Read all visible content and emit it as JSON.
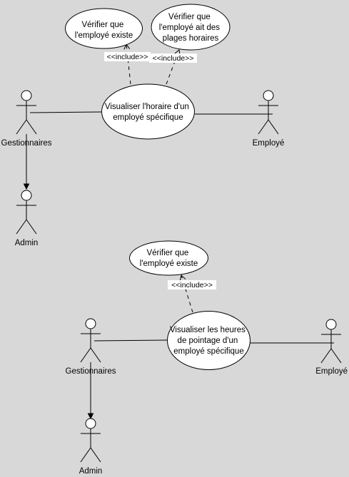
{
  "colors": {
    "background": "#d8d8d8",
    "stroke": "#000000",
    "fill": "#ffffff"
  },
  "diagram1": {
    "usecase_main": [
      "Visualiser l'horaire d'un",
      "employé spécifique"
    ],
    "usecase_check_exists": [
      "Vérifier que",
      "l'employé existe"
    ],
    "usecase_check_hours": [
      "Vérifier que",
      "l'employé ait  des",
      "plages horaires"
    ],
    "include_label_1": "<<include>>",
    "include_label_2": "<<include>>",
    "actor_manager": "Gestionnaires",
    "actor_employee": "Employé",
    "actor_admin": "Admin"
  },
  "diagram2": {
    "usecase_main": [
      "Visualiser les heures",
      "de pointage d'un",
      "employé spécifique"
    ],
    "usecase_check_exists": [
      "Vérifier que",
      "l'employé existe"
    ],
    "include_label": "<<include>>",
    "actor_manager": "Gestionnaires",
    "actor_employee": "Employé",
    "actor_admin": "Admin"
  }
}
